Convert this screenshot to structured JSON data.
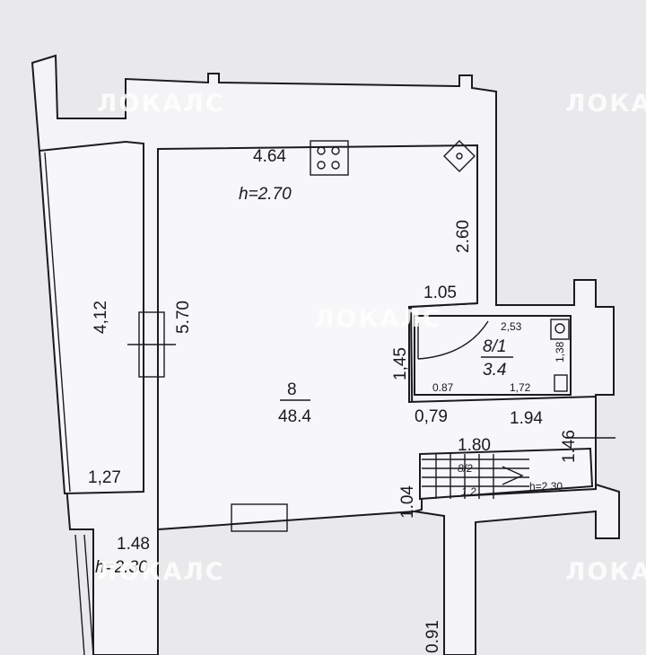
{
  "watermark": "ЛОКАЛС",
  "watermark_partial": "ЛОКА",
  "ceiling_main": "h=2.70",
  "ceiling_bath": "h=2.30",
  "ceiling_left_partial": "h=2.30",
  "rooms": {
    "main_number": "8",
    "main_area": "48.4",
    "bath_number": "8/1",
    "bath_area": "3.4",
    "hall_number": "8/2",
    "hall_area": "1.2"
  },
  "dims": {
    "top": "4.64",
    "right_upper": "2.60",
    "left_room_height": "4,12",
    "main_height": "5.70",
    "left_room_bottom": "1,27",
    "below_left": "1.48",
    "bath_top": "1.05",
    "bath_left": "1,45",
    "bath_inner_top": "2,53",
    "bath_inner_right": "1,38",
    "bath_inner_bottom_left": "0.87",
    "bath_inner_bottom_right": "1,72",
    "hall_top_left": "0,79",
    "hall_top_right": "1.94",
    "hall_right": "1.46",
    "hall_width": "1.80",
    "hall_left": "1.04",
    "bottom_partial": "0.91"
  }
}
